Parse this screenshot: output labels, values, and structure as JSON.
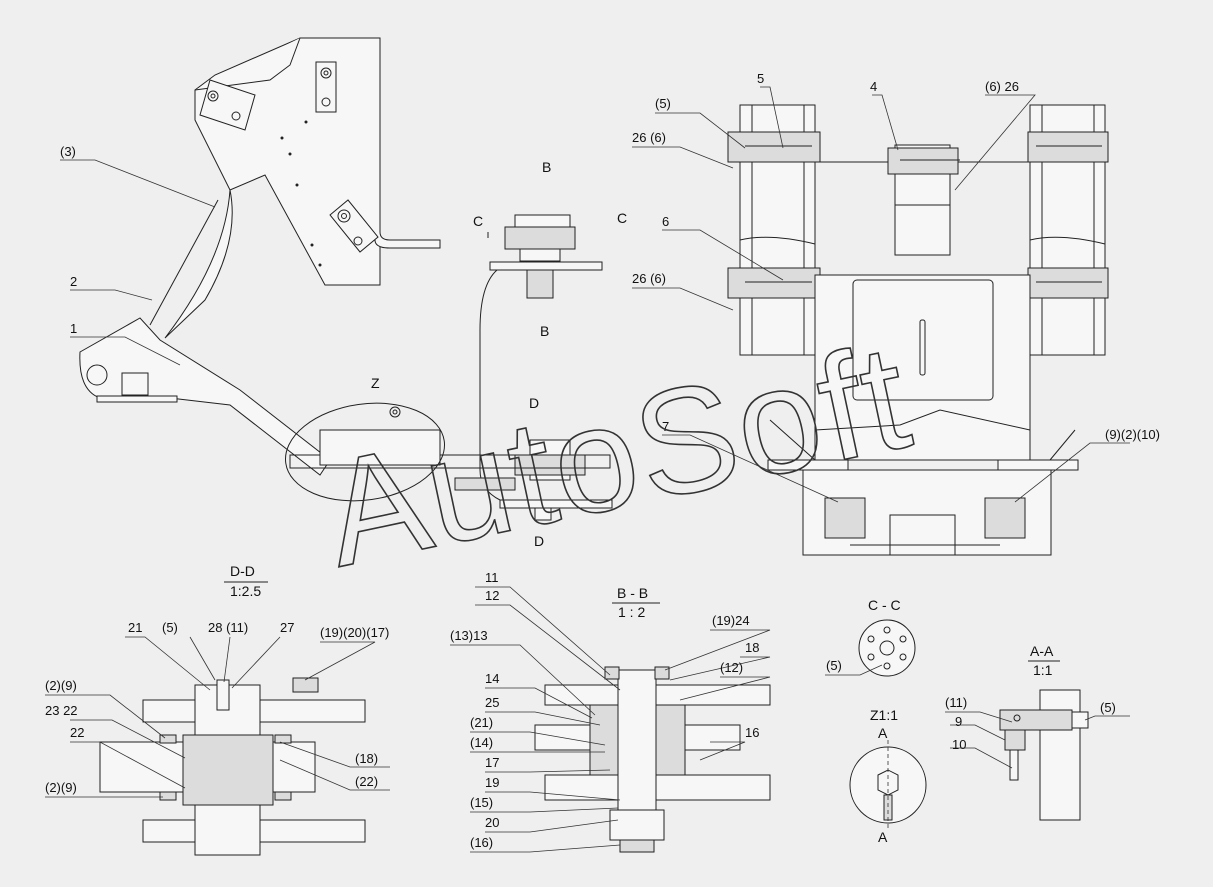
{
  "watermark": "AutoSoft",
  "sections": {
    "dd": {
      "title": "D-D",
      "scale": "1:2.5"
    },
    "bb": {
      "title": "B - B",
      "scale": "1 : 2"
    },
    "cc": {
      "title": "C - C"
    },
    "aa": {
      "title": "A-A",
      "scale": "1:1"
    },
    "z1": {
      "title": "Z1:1"
    }
  },
  "markers": {
    "b": "B",
    "c": "C",
    "d": "D",
    "z": "Z",
    "a": "A"
  },
  "callouts": {
    "p3": "(3)",
    "p2": "2",
    "p1": "1",
    "p5a": "(5)",
    "p5b": "5",
    "p4": "4",
    "p6_26": "(6) 26",
    "p26_6a": "26 (6)",
    "p6": "6",
    "p26_6b": "26 (6)",
    "p7": "7",
    "p9_2_10": "(9)(2)(10)",
    "dd21": "21",
    "dd5": "(5)",
    "dd28_11": "28 (11)",
    "dd27": "27",
    "dd19_20_17": "(19)(20)(17)",
    "dd2_9a": "(2)(9)",
    "dd23_22": "23 22",
    "dd22": "22",
    "dd2_9b": "(2)(9)",
    "dd18": "(18)",
    "dd22b": "(22)",
    "bb11": "11",
    "bb12": "12",
    "bb13_13": "(13)13",
    "bb14": "14",
    "bb25": "25",
    "bb21": "(21)",
    "bb14b": "(14)",
    "bb17": "17",
    "bb19": "19",
    "bb15": "(15)",
    "bb20": "20",
    "bb16b": "(16)",
    "bb19_24": "(19)24",
    "bb18": "18",
    "bb12b": "(12)",
    "bb16": "16",
    "cc5": "(5)",
    "aa11": "(11)",
    "aa9": "9",
    "aa10": "10",
    "aa5": "(5)"
  }
}
